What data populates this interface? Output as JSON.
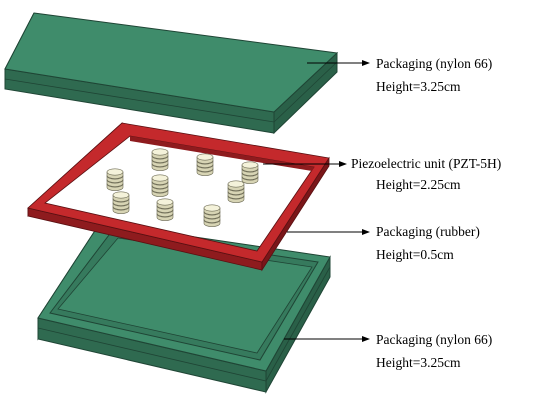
{
  "diagram": {
    "layers": [
      {
        "id": "top-packaging",
        "name": "Packaging (nylon 66)",
        "height": "Height=3.25cm"
      },
      {
        "id": "piezo-unit",
        "name": "Piezoelectric unit (PZT-5H)",
        "height": "Height=2.25cm"
      },
      {
        "id": "rubber-packaging",
        "name": "Packaging (rubber)",
        "height": "Height=0.5cm"
      },
      {
        "id": "bottom-packaging",
        "name": "Packaging (nylon 66)",
        "height": "Height=3.25cm"
      }
    ],
    "piezo_disc_count": 9,
    "colors": {
      "nylon_top": "#3f8c6b",
      "nylon_side_left": "#357659",
      "nylon_side_front": "#2f6a50",
      "nylon_edge": "#1f4535",
      "rubber_top": "#c4292c",
      "rubber_side": "#8e1b1e",
      "disc_top": "#f4f2da",
      "disc_side": "#d7d4b4",
      "arrow": "#000000"
    }
  }
}
